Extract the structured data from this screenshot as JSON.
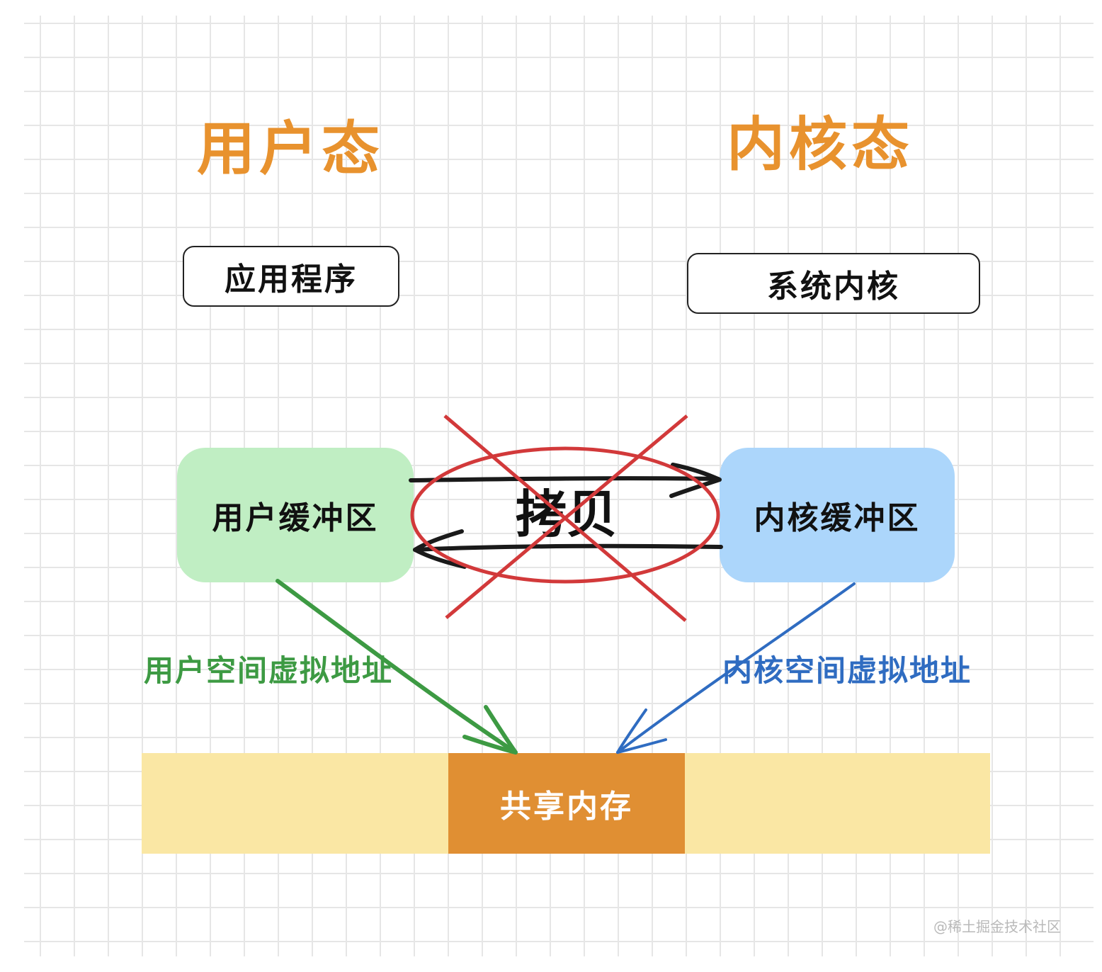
{
  "titles": {
    "user_mode": "用户态",
    "kernel_mode": "内核态"
  },
  "boxes": {
    "application": "应用程序",
    "system_kernel": "系统内核"
  },
  "buffers": {
    "user": "用户缓冲区",
    "kernel": "内核缓冲区"
  },
  "copy_label": "拷贝",
  "address_labels": {
    "user": "用户空间虚拟地址",
    "kernel": "内核空间虚拟地址"
  },
  "shared_memory": "共享内存",
  "watermark": "@稀土掘金技术社区",
  "colors": {
    "title": "#e8922e",
    "user_buffer": "#c0eec3",
    "kernel_buffer": "#acd6fb",
    "user_arrow": "#3d9a43",
    "kernel_arrow": "#2f6cc1",
    "cross": "#d2393a",
    "memory_bar": "#fae7a4",
    "shared_memory": "#e08f33"
  }
}
